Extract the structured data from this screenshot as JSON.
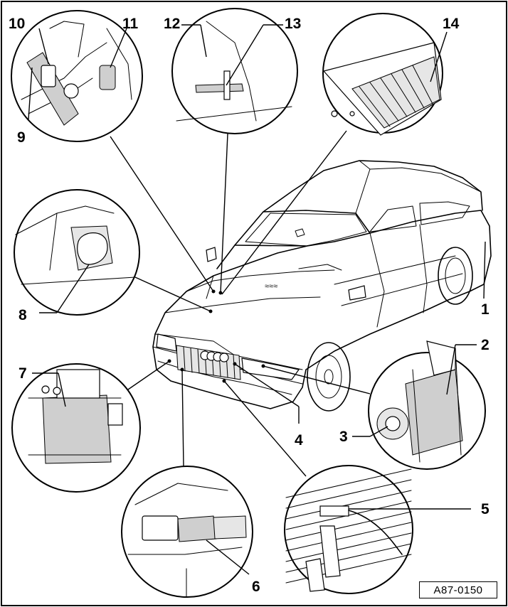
{
  "callouts": {
    "c1": "1",
    "c2": "2",
    "c3": "3",
    "c4": "4",
    "c5": "5",
    "c6": "6",
    "c7": "7",
    "c8": "8",
    "c9": "9",
    "c10": "10",
    "c11": "11",
    "c12": "12",
    "c13": "13",
    "c14": "14"
  },
  "reference_code": "A87-0150"
}
